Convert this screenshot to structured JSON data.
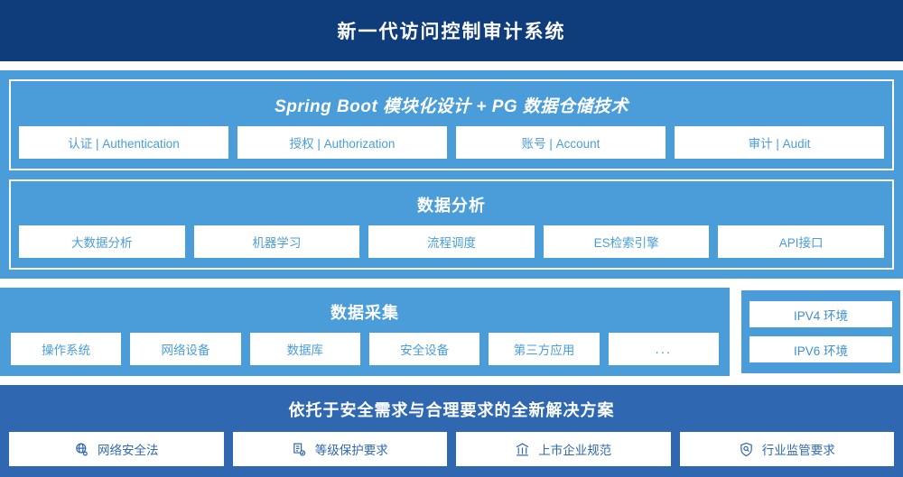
{
  "header": {
    "title": "新一代访问控制审计系统"
  },
  "application_layer": {
    "title": "Spring Boot 模块化设计 + PG 数据仓储技术",
    "cards": [
      {
        "label": "认证 | Authentication"
      },
      {
        "label": "授权 | Authorization"
      },
      {
        "label": "账号 | Account"
      },
      {
        "label": "审计 | Audit"
      }
    ]
  },
  "analysis_layer": {
    "title": "数据分析",
    "cards": [
      {
        "label": "大数据分析"
      },
      {
        "label": "机器学习"
      },
      {
        "label": "流程调度"
      },
      {
        "label": "ES检索引擎"
      },
      {
        "label": "API接口"
      }
    ]
  },
  "collection_layer": {
    "title": "数据采集",
    "cards": [
      {
        "label": "操作系统"
      },
      {
        "label": "网络设备"
      },
      {
        "label": "数据库"
      },
      {
        "label": "安全设备"
      },
      {
        "label": "第三方应用"
      },
      {
        "label": "..."
      }
    ]
  },
  "environment_panel": {
    "cards": [
      {
        "label": "IPV4 环境"
      },
      {
        "label": "IPV6 环境"
      }
    ]
  },
  "compliance_layer": {
    "title": "依托于安全需求与合理要求的全新解决方案",
    "cards": [
      {
        "label": "网络安全法",
        "icon": "globe-network-icon"
      },
      {
        "label": "等级保护要求",
        "icon": "document-check-icon"
      },
      {
        "label": "上市企业规范",
        "icon": "bank-building-icon"
      },
      {
        "label": "行业监管要求",
        "icon": "shield-search-icon"
      }
    ]
  },
  "colors": {
    "header_navy": "#0f3d7c",
    "primary_blue": "#4a9dd9",
    "bottom_blue": "#2f68b0",
    "card_white": "#ffffff"
  }
}
